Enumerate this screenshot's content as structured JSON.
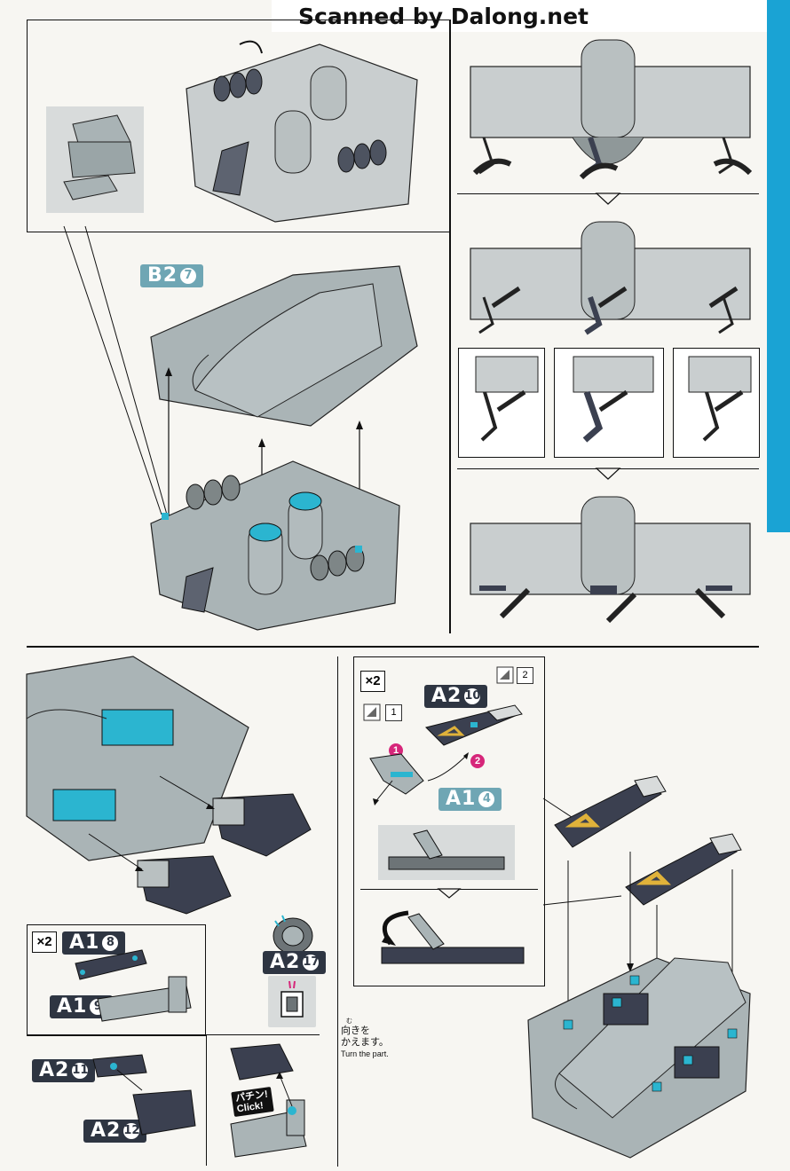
{
  "header": {
    "watermark": "Scanned by Dalong.net"
  },
  "colors": {
    "accent_tab": "#1aa3d4",
    "label_dark": "#2e3542",
    "label_teal": "#6fa6b4",
    "part_grey": "#a9b3b5",
    "part_dark": "#3b4050",
    "highlight_cyan": "#2bb5d0",
    "marker_pink": "#d6267a",
    "sticker_gold": "#e0b23a"
  },
  "top_left": {
    "label_b2": {
      "letters": "B2",
      "num": "7"
    }
  },
  "right_column": {
    "steps": [
      "landing-gear-fold-1",
      "landing-gear-fold-2",
      "landing-gear-fold-3"
    ]
  },
  "bottom_left": {
    "x2_badge": "×2",
    "label_a18": {
      "letters": "A1",
      "num": "8"
    },
    "label_a19": {
      "letters": "A1",
      "num": "9"
    },
    "label_a217": {
      "letters": "A2",
      "num": "17"
    },
    "label_a211": {
      "letters": "A2",
      "num": "11"
    },
    "label_a212": {
      "letters": "A2",
      "num": "12"
    },
    "click_text_jp": "パチン!",
    "click_text_en": "Click!"
  },
  "bottom_right": {
    "x2_badge": "×2",
    "label_a210": {
      "letters": "A2",
      "num": "10"
    },
    "label_a14": {
      "letters": "A1",
      "num": "4"
    },
    "seq_1": "1",
    "seq_2": "2",
    "pink_1": "1",
    "pink_2": "2",
    "turn_note_ruby": "む",
    "turn_note_jp_1": "向きを",
    "turn_note_jp_2": "かえます。",
    "turn_note_en": "Turn the part."
  }
}
